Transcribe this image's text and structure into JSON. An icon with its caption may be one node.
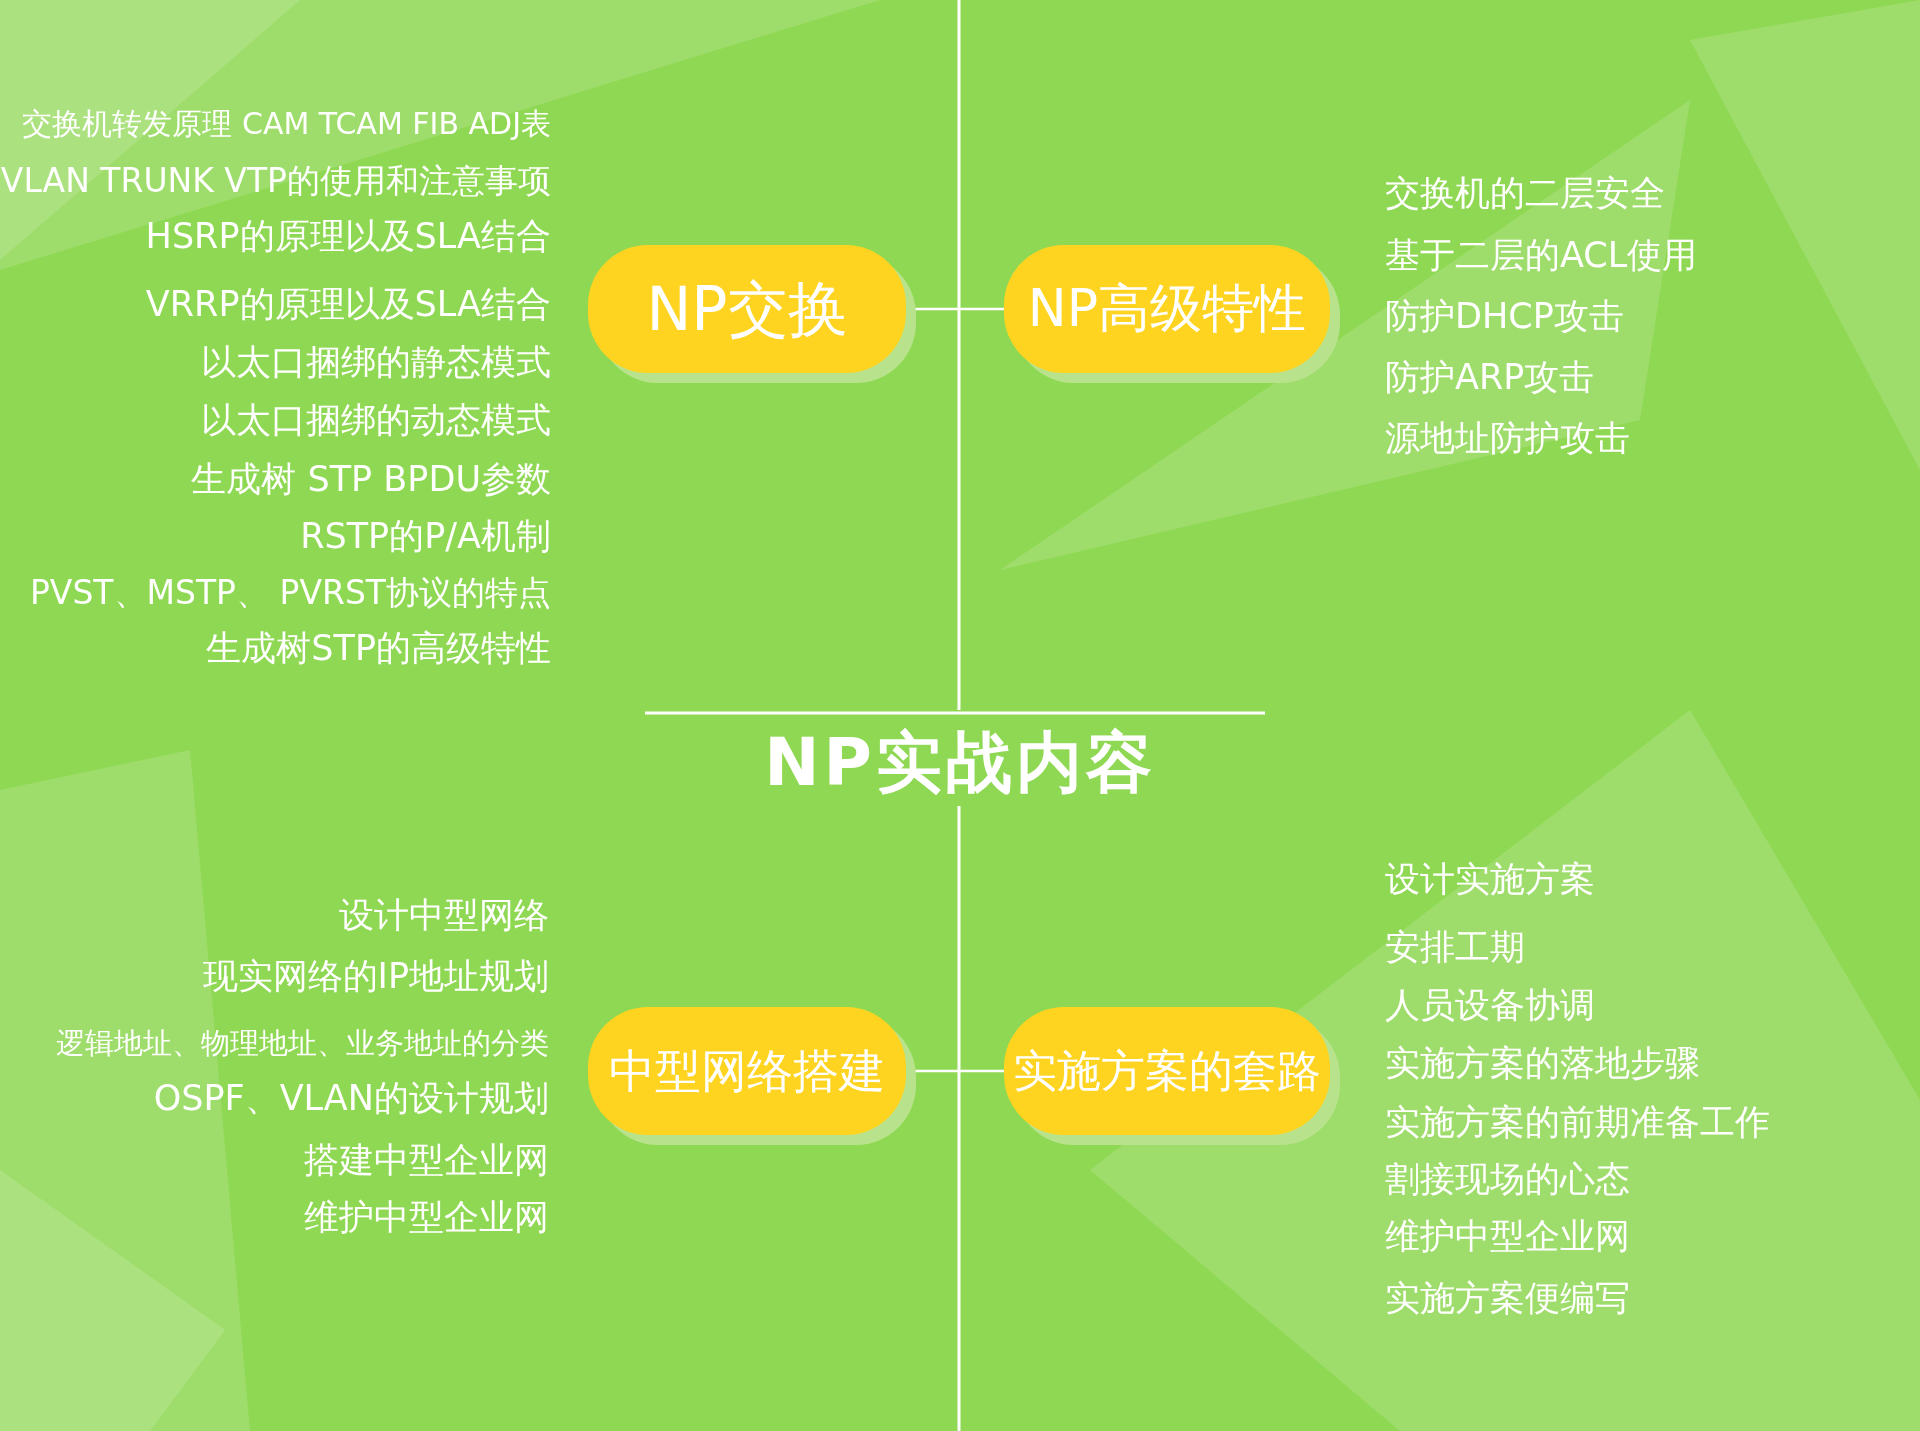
{
  "diagram": {
    "title": "NP实战内容",
    "nodes": [
      {
        "text": [
          "NP交换"
        ],
        "beside": [
          "交换机转发原理 CAM TCAM FIB ADJ表",
          "VLAN TRUNK VTP的使用和注意事项",
          "HSRP的原理以及SLA结合",
          "VRRP的原理以及SLA结合",
          "以太口捆绑的静态模式",
          "以太口捆绑的动态模式",
          "生成树 STP BPDU参数",
          "RSTP的P/A机制",
          "PVST、MSTP、 PVRST协议的特点",
          "生成树STP的高级特性"
        ]
      },
      {
        "text": [
          "NP高级特性"
        ],
        "beside": [
          "交换机的二层安全",
          "基于二层的ACL使用",
          "防护DHCP攻击",
          "防护ARP攻击",
          "源地址防护攻击"
        ]
      },
      {
        "text": [
          "中型网络搭建"
        ],
        "beside": [
          "设计中型网络",
          "现实网络的IP地址规划",
          "逻辑地址、物理地址、业务地址的分类",
          "OSPF、VLAN的设计规划",
          "搭建中型企业网",
          "维护中型企业网"
        ]
      },
      {
        "text": [
          "实施方案的套路"
        ],
        "beside": [
          "设计实施方案",
          "安排工期",
          "人员设备协调",
          "实施方案的落地步骤",
          "实施方案的前期准备工作",
          "割接现场的心态",
          "维护中型企业网",
          "实施方案便编写"
        ]
      }
    ],
    "edges": [
      {
        "from": 0,
        "to": 1,
        "arrow": "none"
      },
      {
        "from": 2,
        "to": 3,
        "arrow": "none"
      }
    ]
  }
}
